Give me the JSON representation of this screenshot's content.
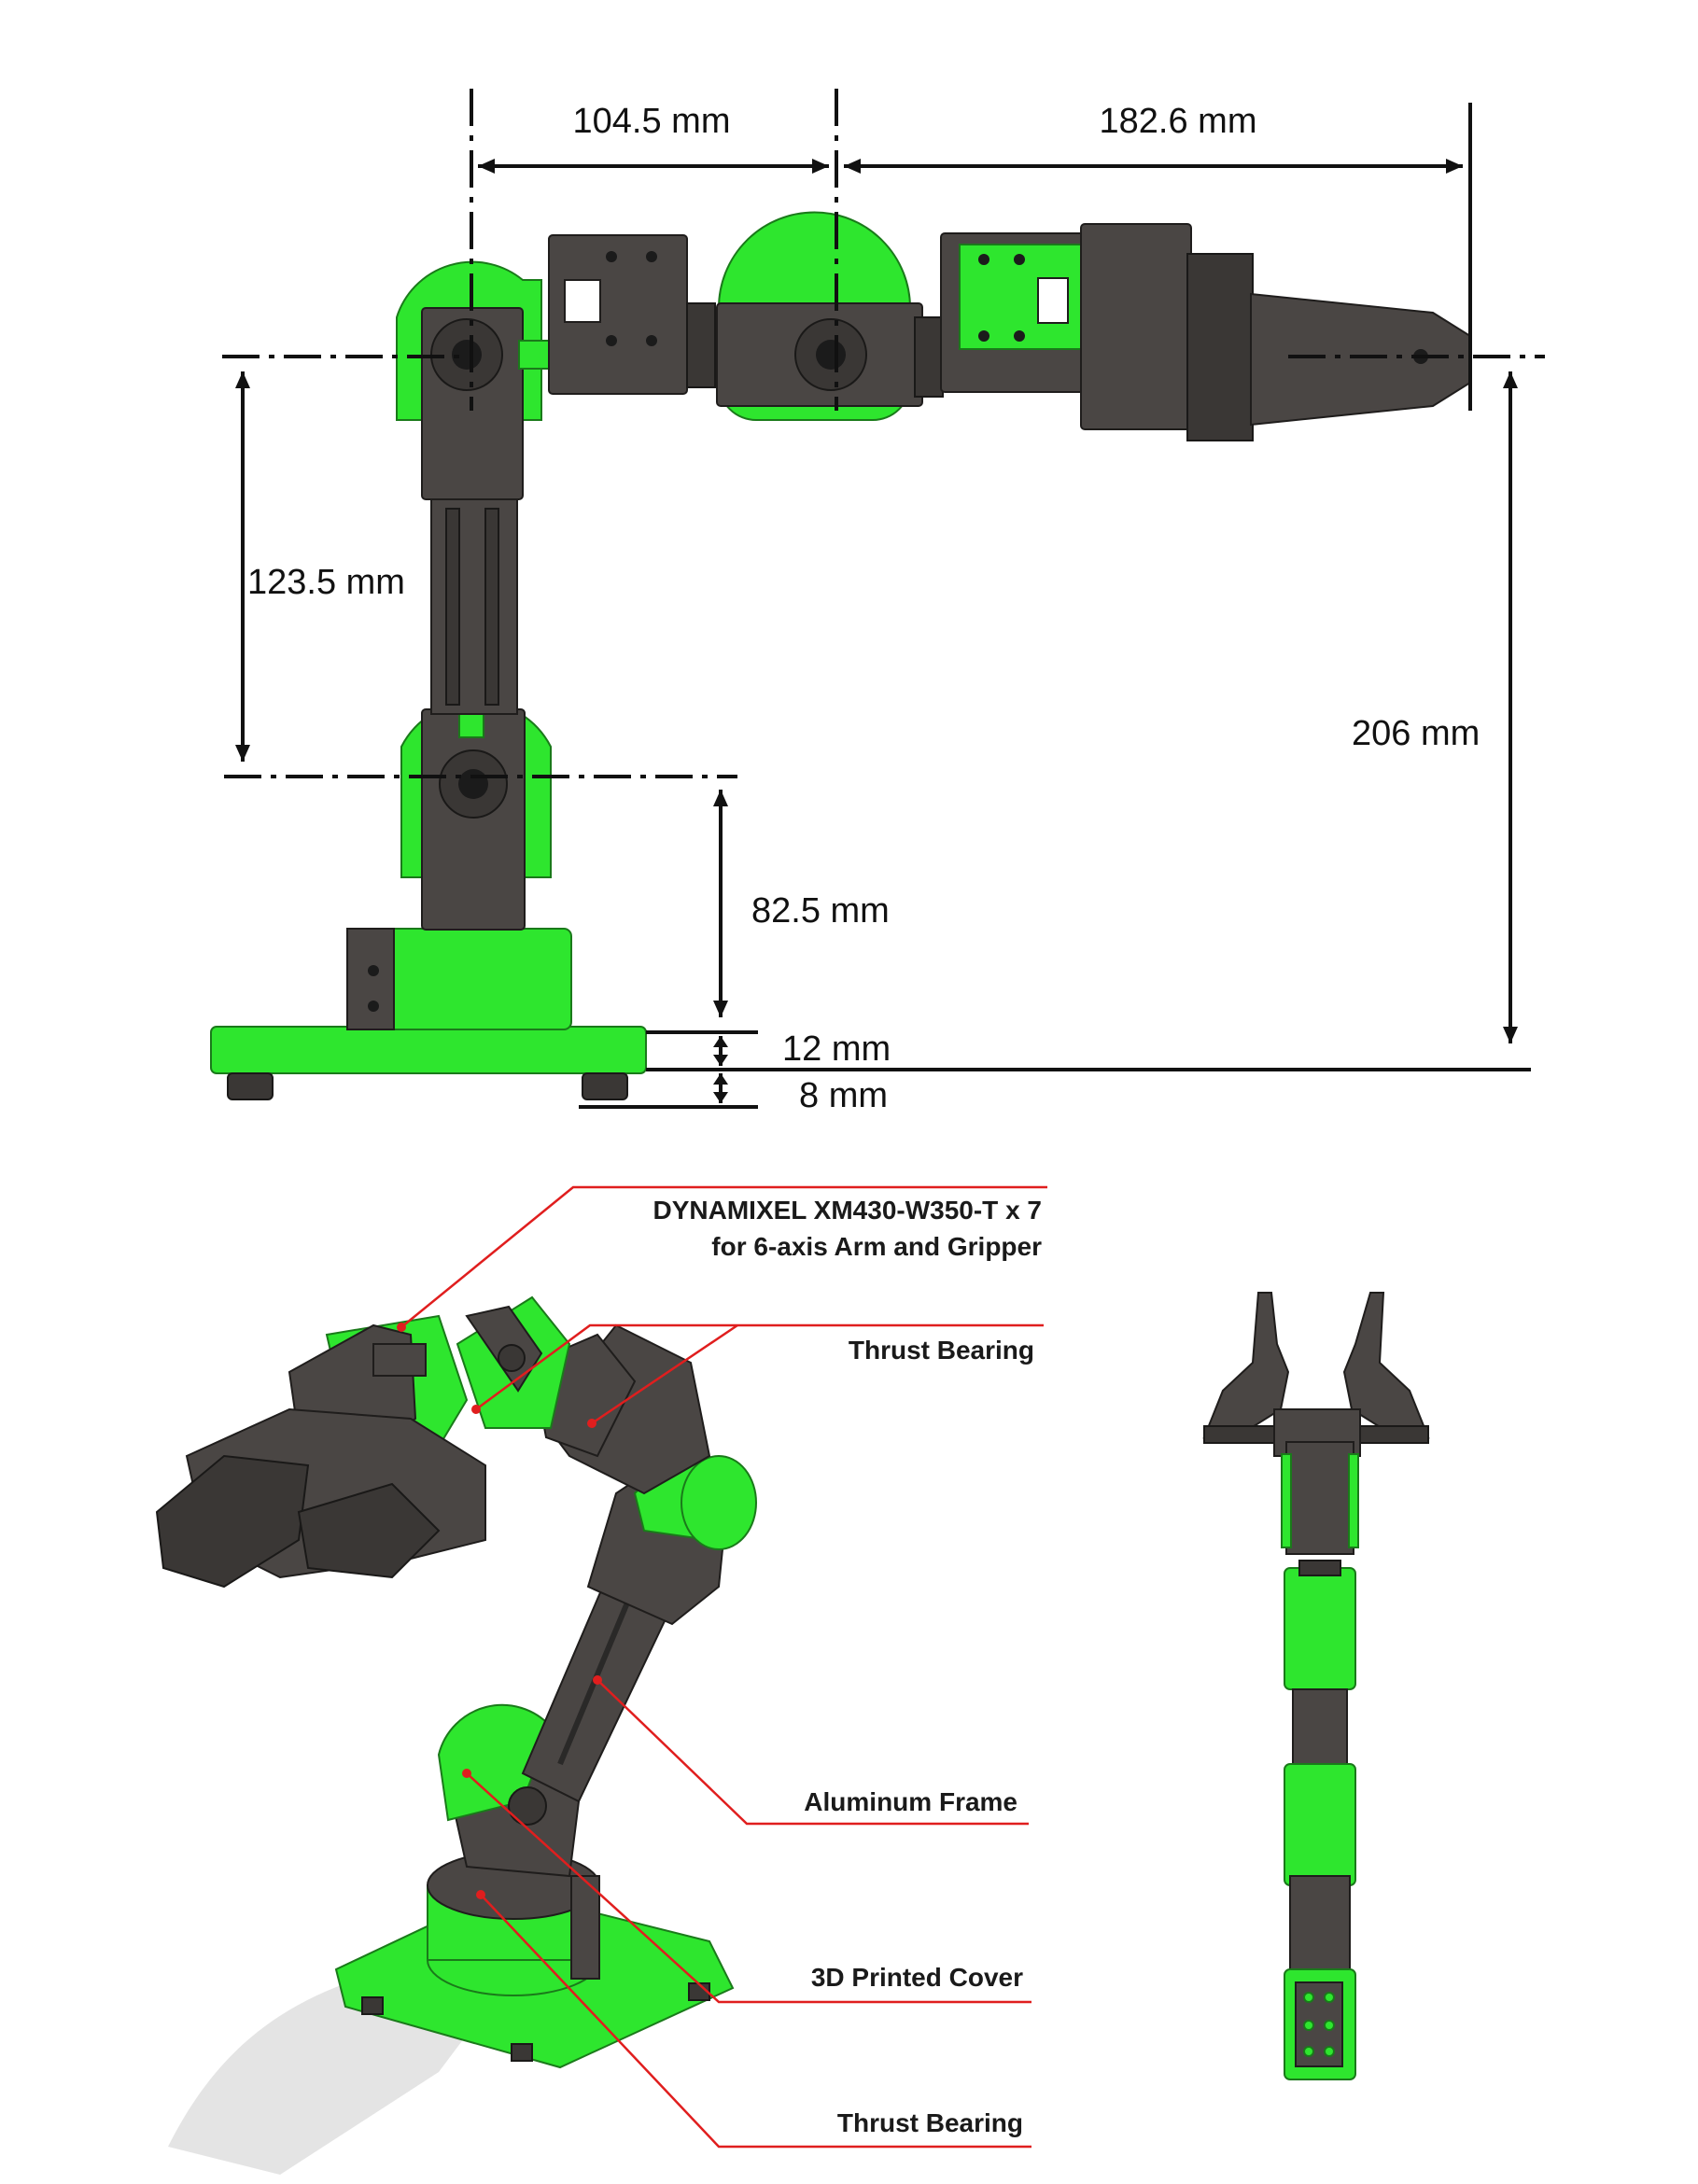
{
  "dimensions": {
    "shoulder_to_elbow": "104.5 mm",
    "elbow_to_tip": "182.6 mm",
    "upper_link": "123.5 mm",
    "total_height": "206 mm",
    "base_joint_height": "82.5 mm",
    "base_plate": "12 mm",
    "feet": "8 mm"
  },
  "callouts": {
    "servo_line1": "DYNAMIXEL XM430-W350-T x 7",
    "servo_line2": "for 6-axis Arm and Gripper",
    "thrust_bearing_top": "Thrust Bearing",
    "aluminum_frame": "Aluminum Frame",
    "printed_cover": "3D Printed Cover",
    "thrust_bearing_bottom": "Thrust Bearing"
  },
  "colors": {
    "accent_green": "#2ee62e",
    "servo_dark": "#4a4644",
    "callout_red": "#e01e1e"
  }
}
